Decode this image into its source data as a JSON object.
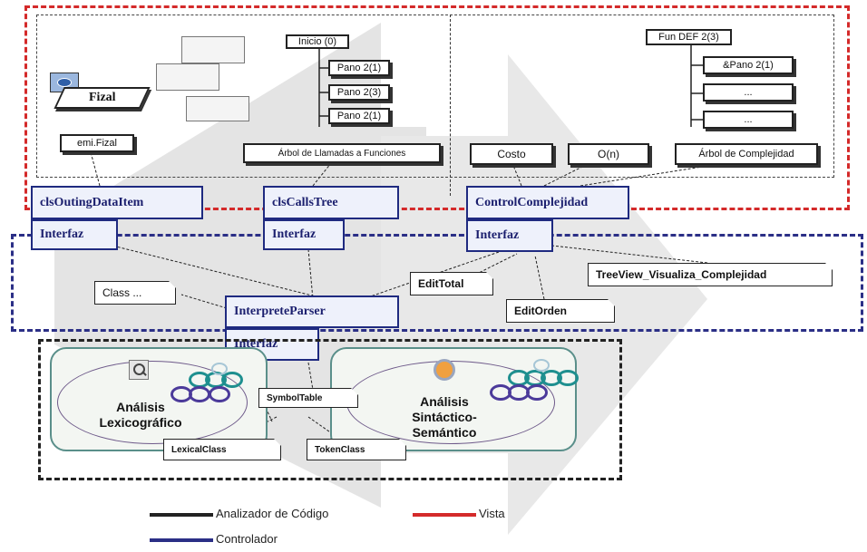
{
  "colors": {
    "vista": "#d42a2a",
    "controlador": "#2b2f86",
    "analizador": "#222222",
    "arrow_bg": "#e2e2e2"
  },
  "vista_items": {
    "fizal": "Fizal",
    "emi_label": "emi.Fizal",
    "tree_root": "Inicio (0)",
    "tree_child_1": "Pano 2(1)",
    "tree_child_2": "Pano 2(3)",
    "tree_child_3": "Pano 2(1)",
    "tree_caption": "Árbol de Llamadas a Funciones",
    "tree2_root": "Fun DEF 2(3)",
    "tree2_child_1": "&Pano 2(1)",
    "tree2_child_2": "...",
    "tree2_child_3": "...",
    "costo": "Costo",
    "orden": "O(n)",
    "arbol_complejidad": "Árbol de Complejidad"
  },
  "classes": {
    "cls_outing": "clsOutingDataItem",
    "cls_calls": "clsCallsTree",
    "control": "ControlComplejidad",
    "interprete": "InterpreteParser",
    "interfaz": "Interfaz"
  },
  "controller_notes": {
    "class_note": "Class ...",
    "edit_total": "EditTotal",
    "edit_orden": "EditOrden",
    "treeview": "TreeView_Visualiza_Complejidad"
  },
  "analyzer": {
    "lexico_title": "Análisis Lexicográfico",
    "sintactico_title": "Análisis Sintáctico-Semántico",
    "symbol_table": "SymbolTable",
    "lexical_class": "LexicalClass",
    "token_class": "TokenClass"
  },
  "legend": {
    "analizador": "Analizador de Código",
    "vista": "Vista",
    "controlador": "Controlador"
  }
}
